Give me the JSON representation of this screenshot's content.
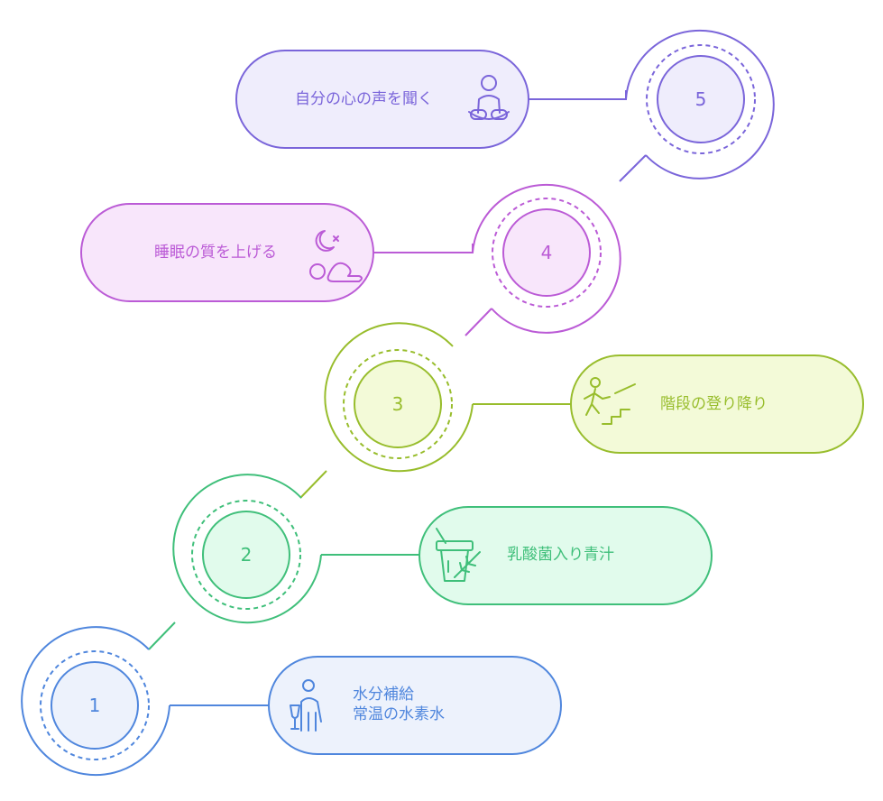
{
  "steps": [
    {
      "number": "1",
      "line1": "水分補給",
      "line2": "常温の水素水",
      "icon": "person-water-glass-icon",
      "stroke": "#4f86dd",
      "fill": "#edf2fc"
    },
    {
      "number": "2",
      "line1": "乳酸菌入り青汁",
      "icon": "green-juice-cup-icon",
      "stroke": "#3fbf7a",
      "fill": "#e1fbec"
    },
    {
      "number": "3",
      "line1": "階段の登り降り",
      "icon": "stairs-climber-icon",
      "stroke": "#98bd2c",
      "fill": "#f3fad8"
    },
    {
      "number": "4",
      "line1": "睡眠の質を上げる",
      "icon": "moon-sleep-icon",
      "stroke": "#bb5bd6",
      "fill": "#f8e6fb"
    },
    {
      "number": "5",
      "line1": "自分の心の声を聞く",
      "icon": "meditation-icon",
      "stroke": "#7a65da",
      "fill": "#efedfc"
    }
  ]
}
